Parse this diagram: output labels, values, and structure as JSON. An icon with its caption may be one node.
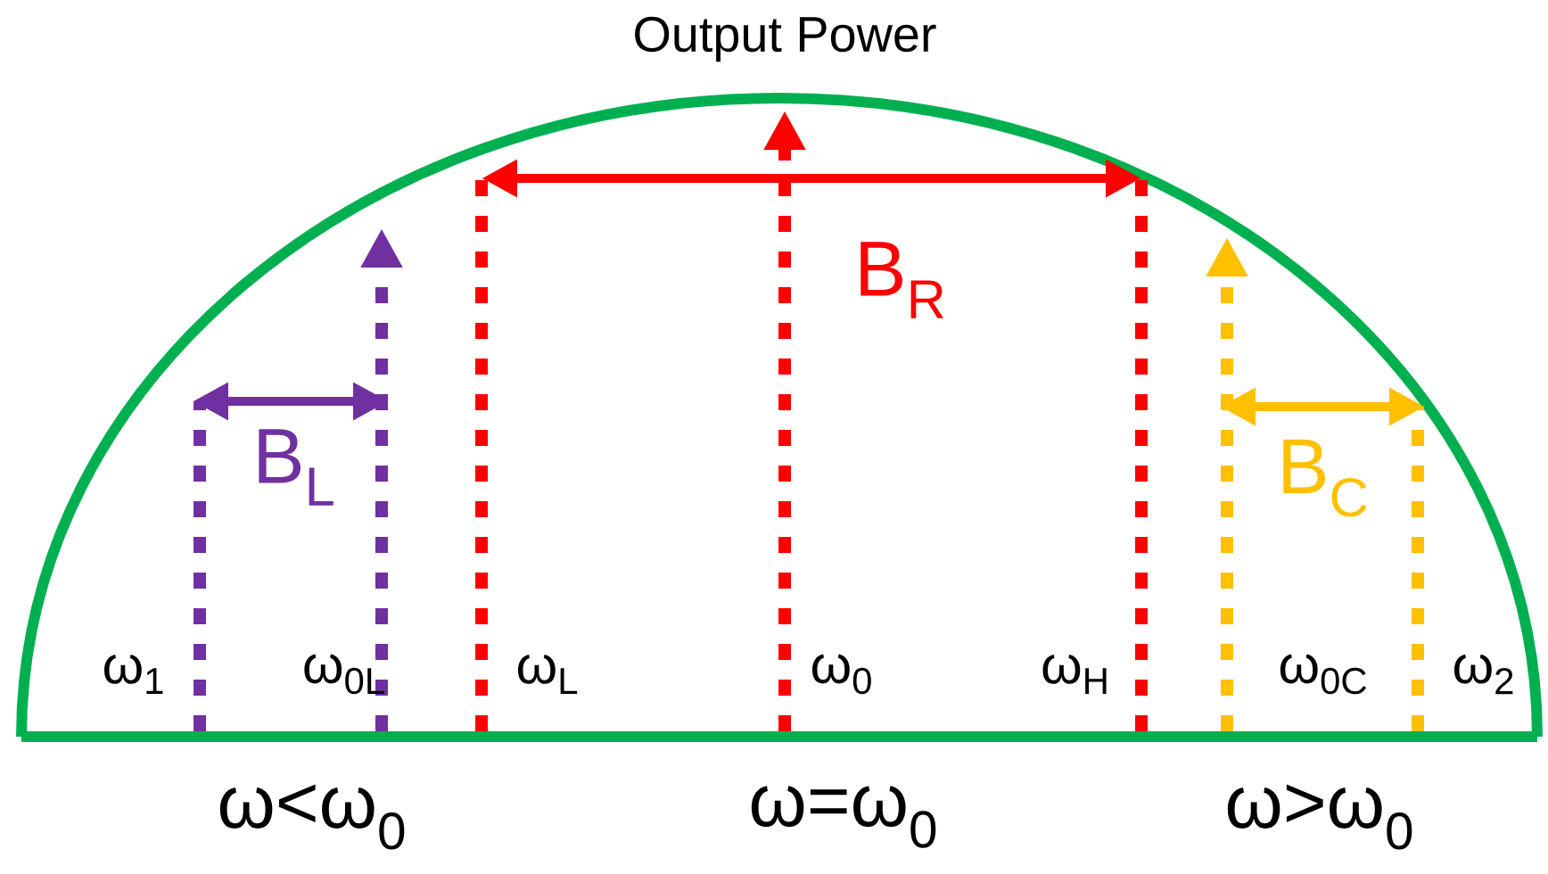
{
  "diagram": {
    "labels": [
      "Output Power",
      "B$_{R}$",
      "B$_{L}$",
      "B$_{C}$",
      "ω$_{1}$",
      "ω$_{0L}$",
      "ω$_{L}$",
      "ω$_{0}$",
      "ω$_{H}$",
      "ω$_{0C}$",
      "ω$_{2}$",
      "ω<ω$_{0}$",
      "ω=ω$_{0}$",
      "ω>ω$_{0}$"
    ]
  }
}
